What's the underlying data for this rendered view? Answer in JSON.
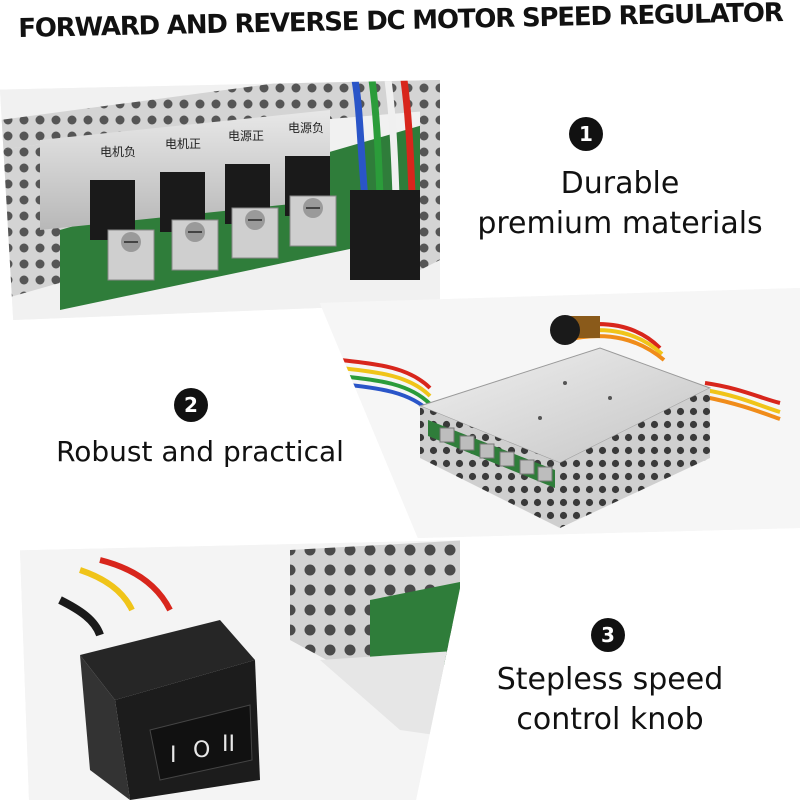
{
  "title": "FORWARD AND REVERSE DC MOTOR SPEED REGULATOR",
  "features": [
    {
      "number": "1",
      "text": "Durable\npremium materials"
    },
    {
      "number": "2",
      "text": "Robust and practical"
    },
    {
      "number": "3",
      "text": "Stepless speed\ncontrol knob"
    }
  ],
  "board_labels": {
    "terminals": [
      "电机负",
      "电机正",
      "电源正",
      "电源负"
    ],
    "switch_markings": [
      "I",
      "O",
      "II"
    ]
  },
  "colors": {
    "badge": "#111111",
    "pcb": "#2f7d3a",
    "metal": "#c9c9c9",
    "wire_red": "#d8261c",
    "wire_yellow": "#f0c419",
    "wire_green": "#2b9c3a",
    "wire_blue": "#2a55c8"
  }
}
